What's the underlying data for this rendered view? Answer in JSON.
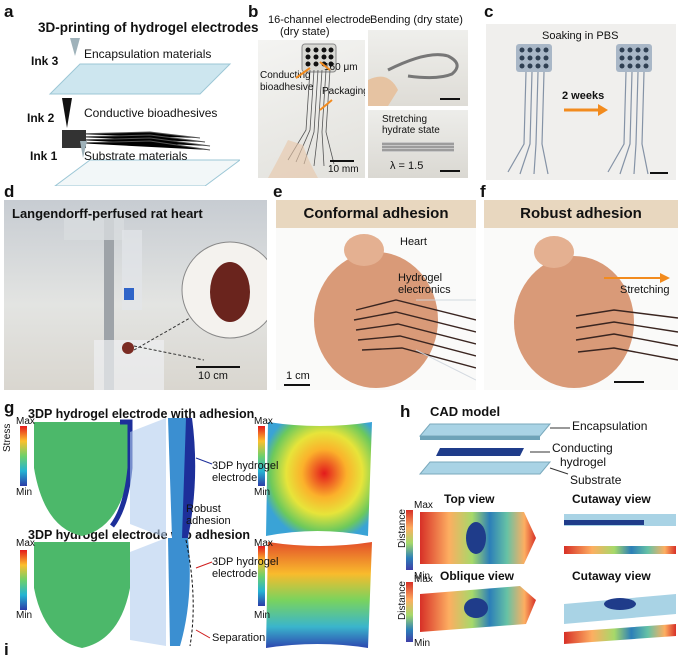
{
  "panels": {
    "a": {
      "letter": "a",
      "title": "3D-printing of hydrogel electrodes",
      "ink3": "Ink 3",
      "ink2": "Ink 2",
      "ink1": "Ink 1",
      "l3": "Encapsulation materials",
      "l2": "Conductive bioadhesives",
      "l1": "Substrate materials"
    },
    "b": {
      "letter": "b",
      "t1": "16-channel electrode",
      "t1b": "(dry state)",
      "t2": "Bending (dry state)",
      "conducting": "Conducting",
      "bioadhesive": "bioadhesive",
      "thick": "160 μm",
      "packaging": "Packaging",
      "stretch1": "Stretching",
      "stretch2": "hydrate state",
      "lambda": "λ = 1.5",
      "scale": "10 mm"
    },
    "c": {
      "letter": "c",
      "title": "Soaking in PBS",
      "weeks": "2 weeks"
    },
    "d": {
      "letter": "d",
      "title": "Langendorff-perfused rat heart",
      "scale": "10 cm"
    },
    "e": {
      "letter": "e",
      "banner": "Conformal adhesion",
      "heart": "Heart",
      "hyd1": "Hydrogel",
      "hyd2": "electronics",
      "scale": "1 cm"
    },
    "f": {
      "letter": "f",
      "banner": "Robust adhesion",
      "stretch": "Stretching"
    },
    "g": {
      "letter": "g",
      "title1": "3DP hydrogel electrode with adhesion",
      "title2": "3DP hydrogel electrode w/o adhesion",
      "max": "Max",
      "min": "Min",
      "stress": "Stress",
      "e1a": "3DP hydrogel",
      "e1b": "electrode",
      "r1": "Robust",
      "r2": "adhesion",
      "sep": "Separation"
    },
    "h": {
      "letter": "h",
      "cad": "CAD model",
      "encap": "Encapsulation",
      "cond1": "Conducting",
      "cond2": "hydrogel",
      "substrate": "Substrate",
      "top": "Top view",
      "cut": "Cutaway view",
      "oblique": "Oblique view",
      "max": "Max",
      "min": "Min",
      "distance": "Distance"
    },
    "i": {
      "letter": "i"
    }
  }
}
